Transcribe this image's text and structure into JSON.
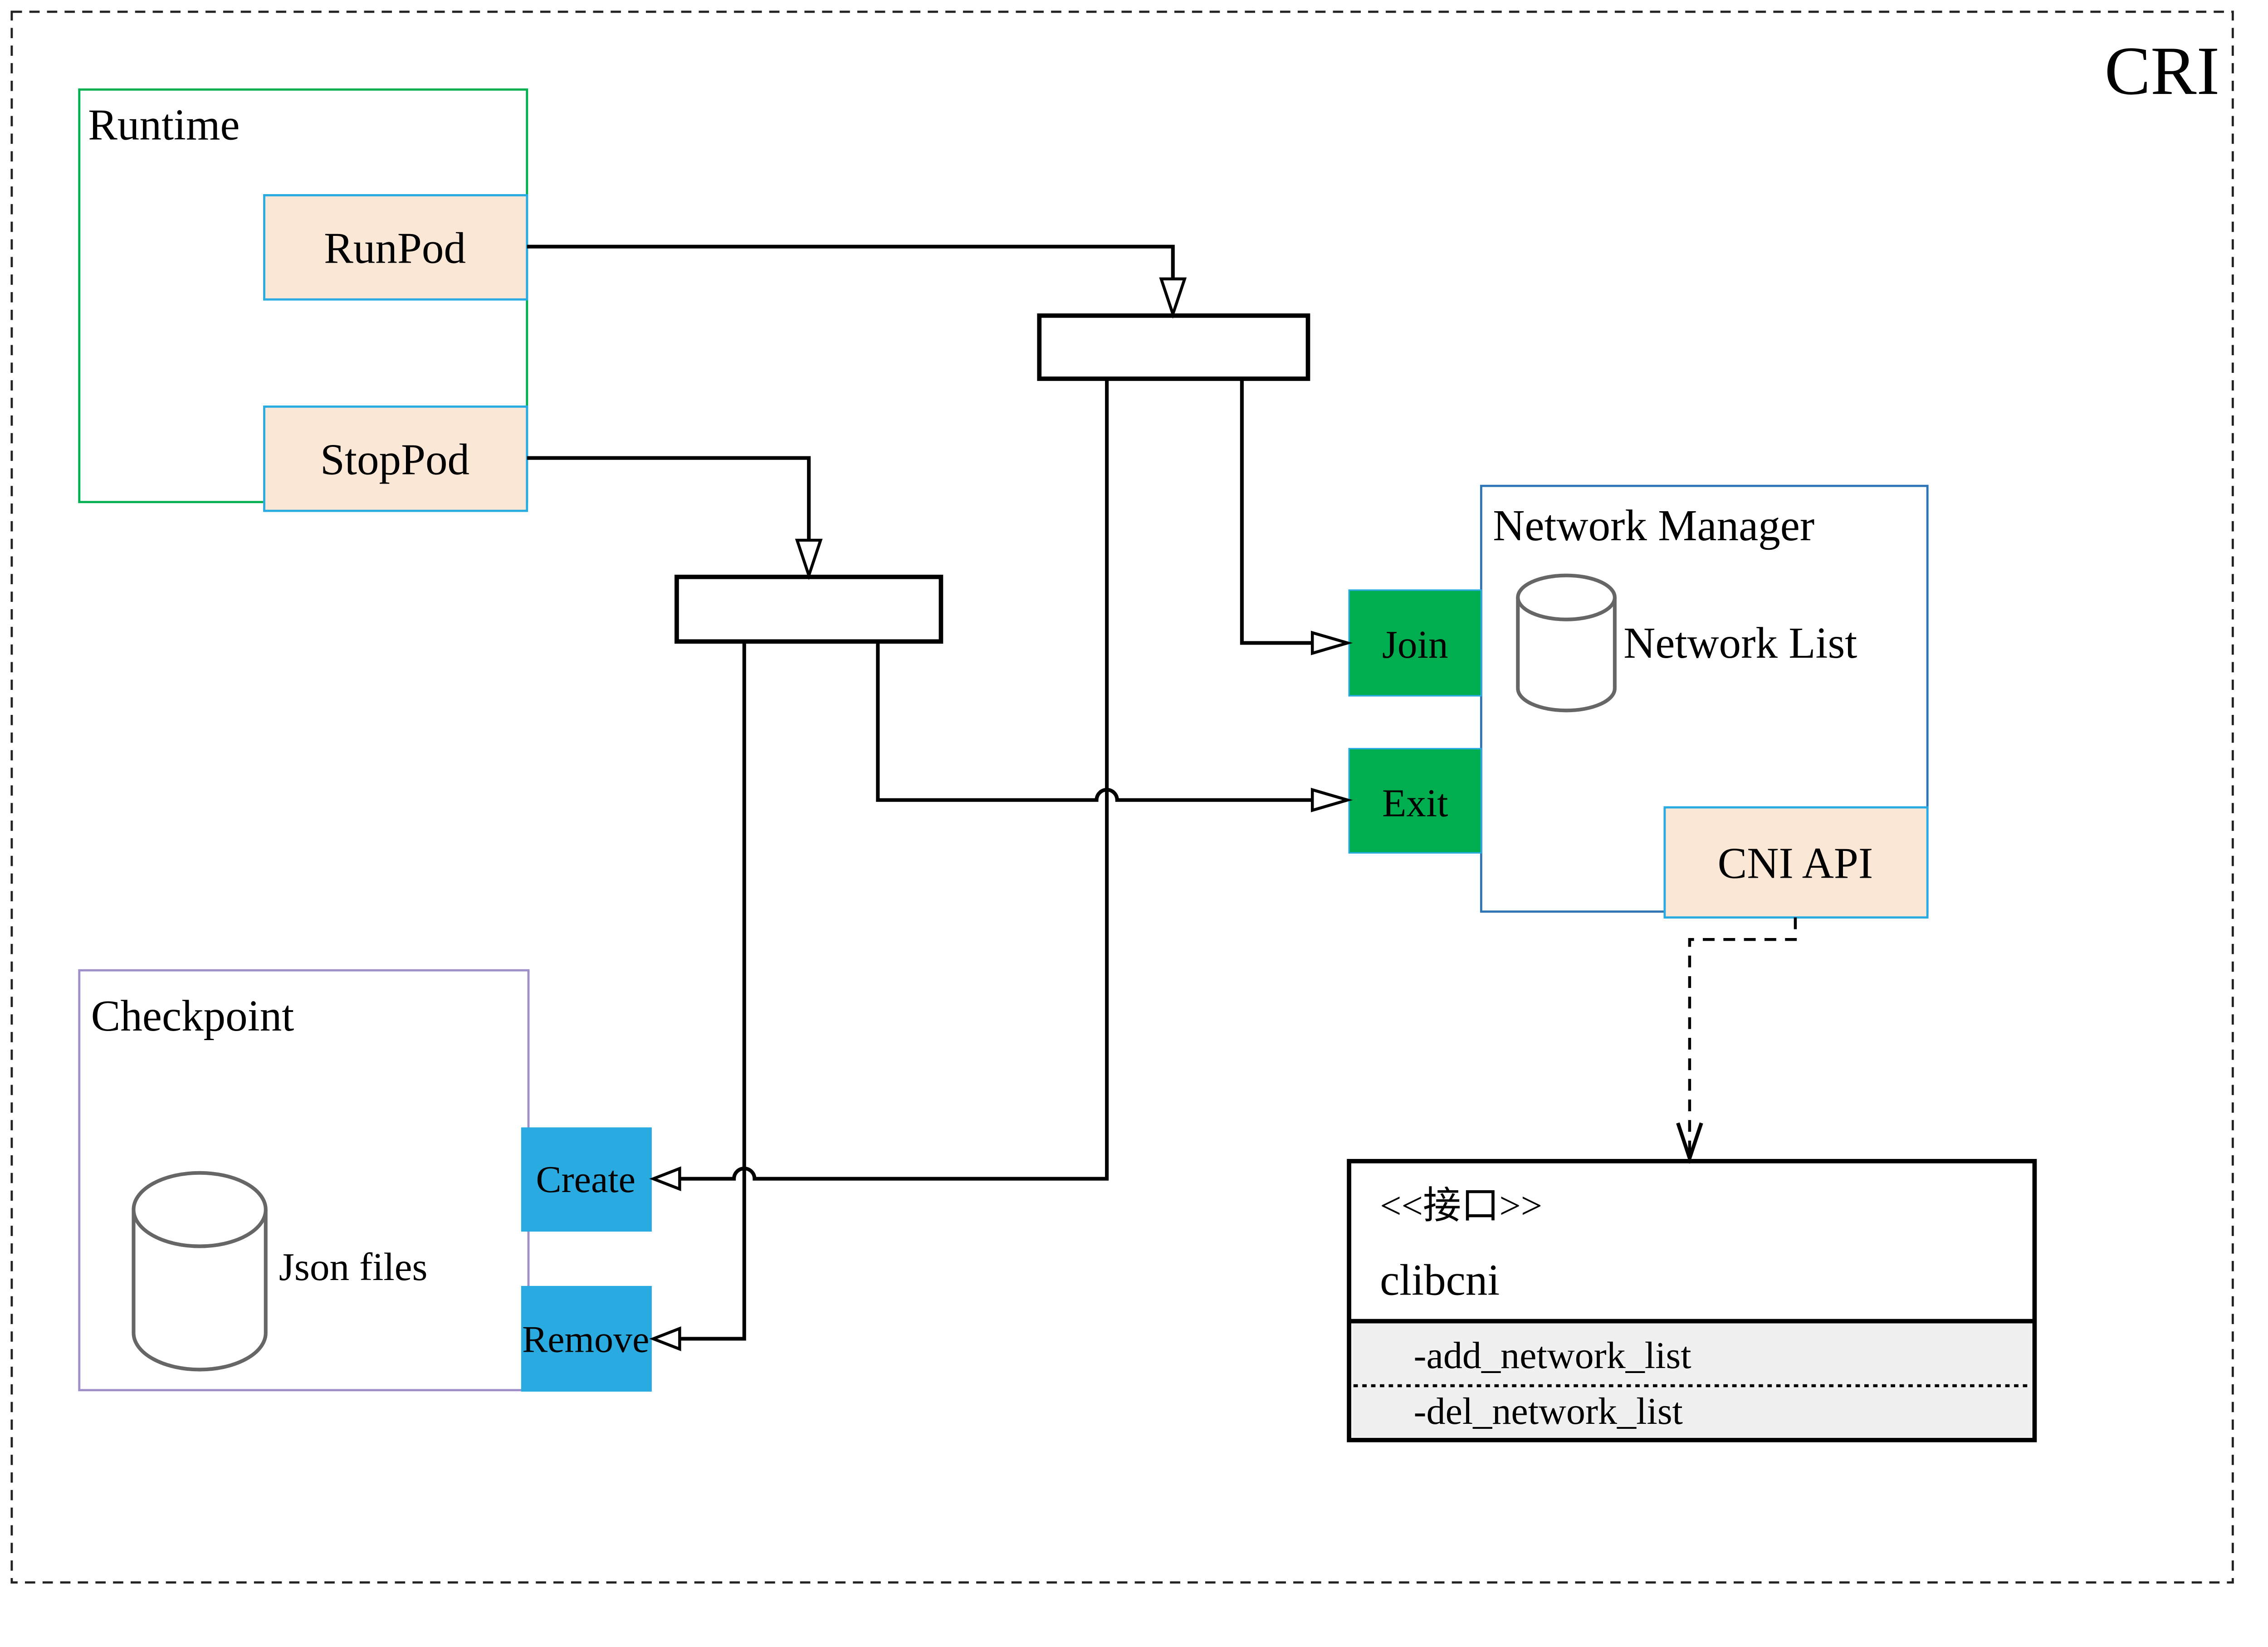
{
  "header": {
    "title": "CRI",
    "title_color": "#8B7117"
  },
  "runtime": {
    "label": "Runtime",
    "runpod": "RunPod",
    "stoppod": "StopPod"
  },
  "network_manager": {
    "label": "Network Manager",
    "network_list": "Network List",
    "join": "Join",
    "exit": "Exit",
    "cni_api": "CNI API"
  },
  "checkpoint": {
    "label": "Checkpoint",
    "json_files": "Json files",
    "create": "Create",
    "remove": "Remove"
  },
  "interface_box": {
    "stereotype": "<<接口>>",
    "name": "clibcni",
    "methods": [
      "-add_network_list",
      "-del_network_list"
    ]
  },
  "colors": {
    "runtime_border": "#00B050",
    "network_manager_border": "#2E75B6",
    "checkpoint_border": "#9E8FC8",
    "action_green": "#00AE4F",
    "action_blue": "#29ABE2",
    "peach_fill": "#FBE7D6",
    "cyan_border": "#29ABE2",
    "cylinder_stroke": "#666666",
    "interface_section_fill": "#F0F0F0"
  }
}
